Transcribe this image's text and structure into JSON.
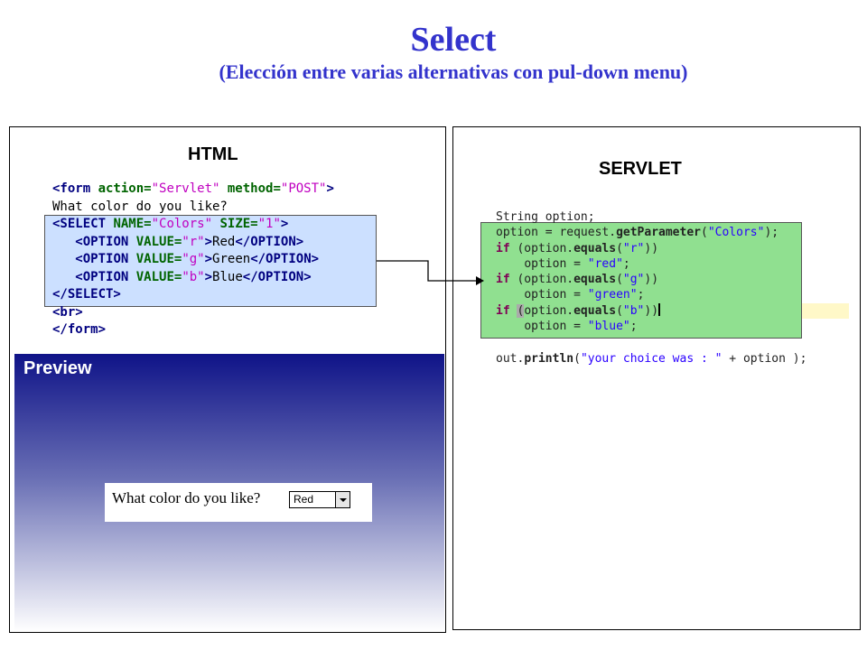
{
  "title": "Select",
  "subtitle": "(Elección entre varias alternativas con pul-down menu)",
  "html_heading": "HTML",
  "servlet_heading": "SERVLET",
  "html_code": {
    "l1": {
      "open": "<form ",
      "a1": "action=",
      "v1": "\"Servlet\"",
      "a2": " method=",
      "v2": "\"POST\"",
      "close": ">"
    },
    "l2": "What color do you like?",
    "l3": {
      "open": "<SELECT ",
      "a1": "NAME=",
      "v1": "\"Colors\"",
      "a2": " SIZE=",
      "v2": "\"1\"",
      "close": ">"
    },
    "l4": {
      "open": "<OPTION ",
      "a1": "VALUE=",
      "v1": "\"r\"",
      "gt": ">",
      "text": "Red",
      "close": "</OPTION>"
    },
    "l5": {
      "open": "<OPTION ",
      "a1": "VALUE=",
      "v1": "\"g\"",
      "gt": ">",
      "text": "Green",
      "close": "</OPTION>"
    },
    "l6": {
      "open": "<OPTION ",
      "a1": "VALUE=",
      "v1": "\"b\"",
      "gt": ">",
      "text": "Blue",
      "close": "</OPTION>"
    },
    "l7": "</SELECT>",
    "l8": "<br>",
    "l9": "</form>"
  },
  "preview": {
    "label": "Preview",
    "question": "What color do you like?",
    "selected": "Red"
  },
  "java_code": {
    "l1": "String option;",
    "l2": {
      "a": "option = request.",
      "m": "getParameter",
      "b": "(",
      "s": "\"Colors\"",
      "c": ");"
    },
    "l3": {
      "kw": "if",
      "a": " (option.",
      "m": "equals",
      "b": "(",
      "s": "\"r\"",
      "c": "))"
    },
    "l4": {
      "a": "option = ",
      "s": "\"red\"",
      "c": ";"
    },
    "l5": {
      "kw": "if",
      "a": " (option.",
      "m": "equals",
      "b": "(",
      "s": "\"g\"",
      "c": "))"
    },
    "l6": {
      "a": "option = ",
      "s": "\"green\"",
      "c": ";"
    },
    "l7": {
      "kw": "if",
      "br": "(",
      "a": "option.",
      "m": "equals",
      "b": "(",
      "s": "\"b\"",
      "c": "))"
    },
    "l8": {
      "a": "option = ",
      "s": "\"blue\"",
      "c": ";"
    },
    "l9": {
      "a": "out.",
      "m": "println",
      "b": "(",
      "s": "\"your choice was : \"",
      "c": " + option );"
    }
  },
  "colors": {
    "title": "#3333cc",
    "html_highlight": "#cce0ff",
    "java_highlight": "#90e090",
    "preview_gradient_top": "#0f1388"
  }
}
